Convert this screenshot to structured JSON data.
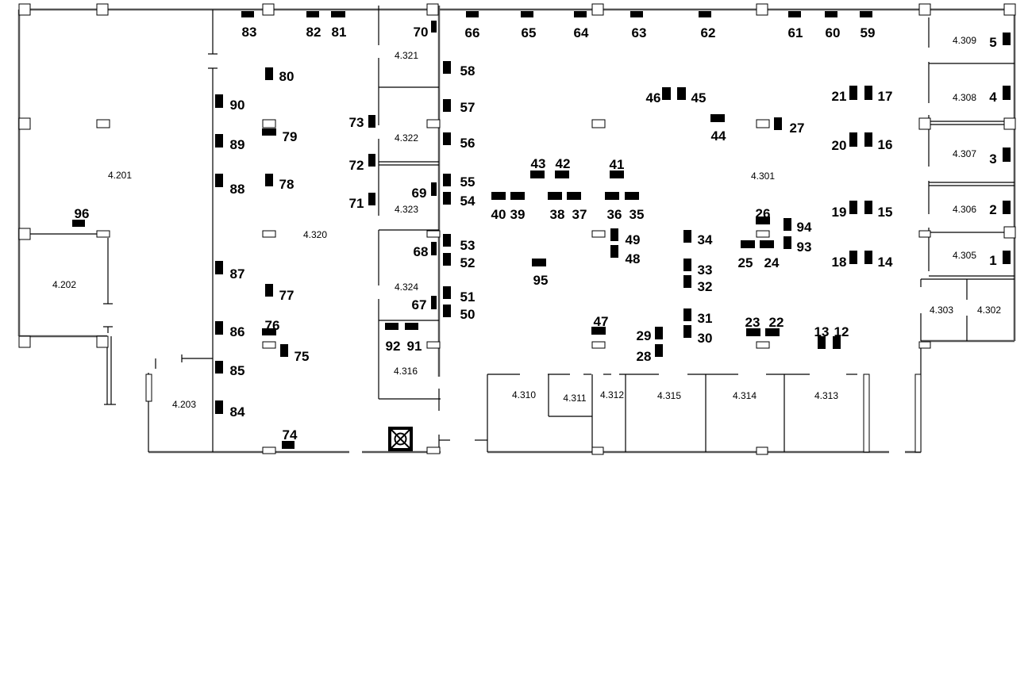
{
  "title": "Floor 4 seating plan",
  "colors": {
    "desk": "#000000",
    "wall": "#000000",
    "outer_wall": "#555555",
    "background": "#ffffff"
  },
  "rooms": [
    "4.201",
    "4.202",
    "4.203",
    "4.320",
    "4.321",
    "4.322",
    "4.323",
    "4.324",
    "4.316",
    "4.310",
    "4.311",
    "4.312",
    "4.315",
    "4.314",
    "4.313",
    "4.301",
    "4.309",
    "4.308",
    "4.307",
    "4.306",
    "4.305",
    "4.303",
    "4.302"
  ],
  "desks": [
    "83",
    "82",
    "81",
    "70",
    "66",
    "65",
    "64",
    "63",
    "62",
    "61",
    "60",
    "59",
    "5",
    "4",
    "3",
    "2",
    "1",
    "80",
    "90",
    "79",
    "89",
    "78",
    "88",
    "87",
    "77",
    "76",
    "86",
    "75",
    "85",
    "84",
    "74",
    "73",
    "72",
    "71",
    "69",
    "68",
    "67",
    "92",
    "91",
    "58",
    "57",
    "56",
    "55",
    "54",
    "53",
    "52",
    "51",
    "50",
    "96",
    "43",
    "42",
    "41",
    "40",
    "39",
    "38",
    "37",
    "36",
    "35",
    "95",
    "49",
    "48",
    "47",
    "29",
    "28",
    "46",
    "45",
    "44",
    "27",
    "21",
    "17",
    "20",
    "16",
    "19",
    "15",
    "18",
    "14",
    "34",
    "33",
    "32",
    "31",
    "30",
    "26",
    "94",
    "93",
    "25",
    "24",
    "23",
    "22",
    "13",
    "12"
  ],
  "icons": {
    "elevator": "elevator-icon"
  }
}
